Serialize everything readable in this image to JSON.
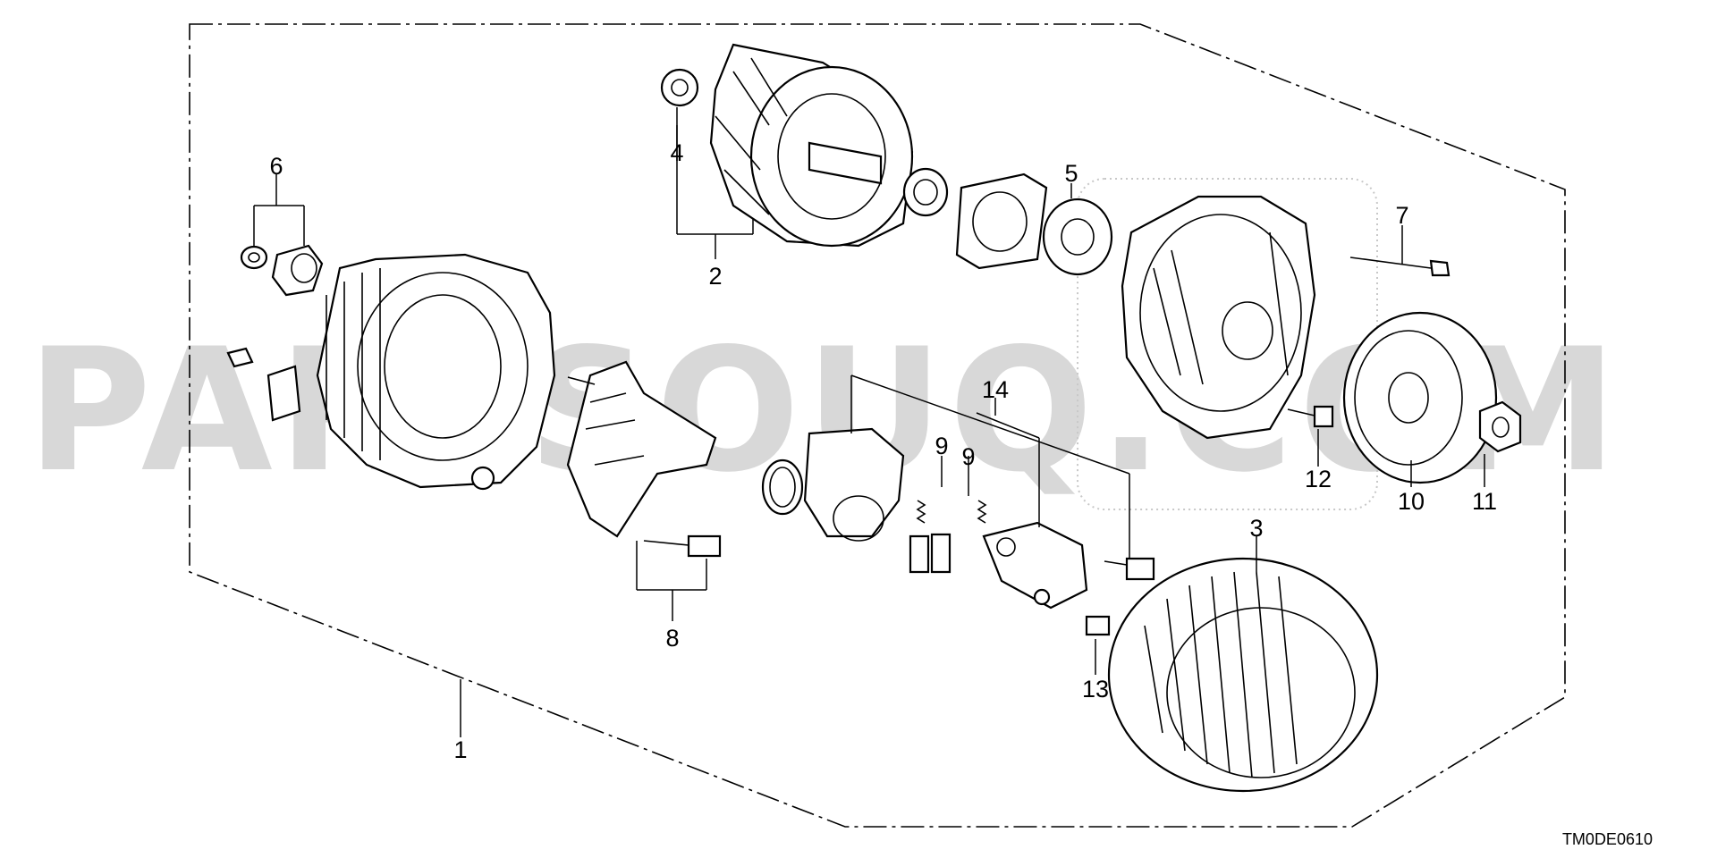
{
  "watermark": "PARTSOUQ.COM",
  "diagram_code": "TM0DE0610",
  "callouts": [
    "1",
    "2",
    "3",
    "4",
    "5",
    "6",
    "7",
    "8",
    "9",
    "9",
    "10",
    "11",
    "12",
    "13",
    "14"
  ]
}
